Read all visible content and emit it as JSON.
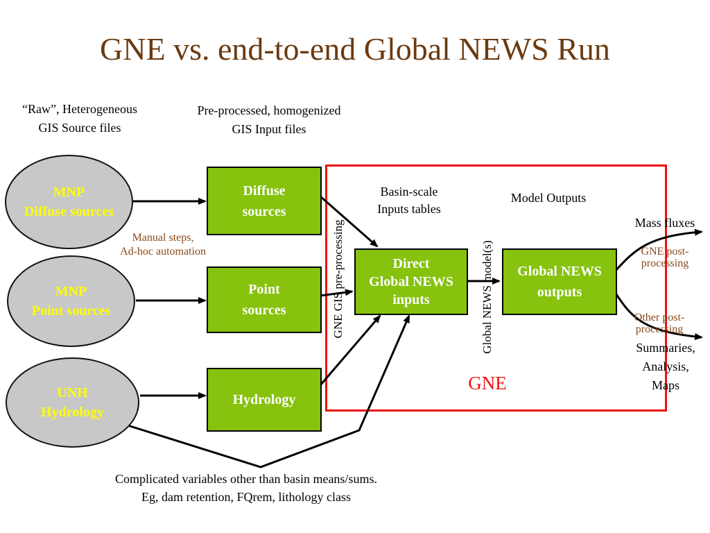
{
  "title": "GNE vs. end-to-end Global NEWS Run",
  "captions": {
    "raw": [
      "“Raw”, Heterogeneous",
      "GIS Source files"
    ],
    "preprocessed": [
      "Pre-processed, homogenized",
      "GIS Input files"
    ],
    "manual": [
      "Manual steps,",
      "Ad-hoc automation"
    ],
    "basin": [
      "Basin-scale",
      "Inputs tables"
    ],
    "model_outputs": "Model Outputs",
    "mass_fluxes": "Mass fluxes",
    "gne_post": [
      "GNE post-",
      "processing"
    ],
    "other_post": [
      "Other post-",
      "processing"
    ],
    "summaries": [
      "Summaries,",
      "Analysis,",
      "Maps"
    ],
    "gne_label": "GNE",
    "gne_gis_vertical": "GNE GIS  pre-processing",
    "global_news_vertical": "Global NEWS  model(s)",
    "bottom_note": [
      "Complicated variables other than basin means/sums.",
      "Eg, dam retention, FQrem, lithology class"
    ]
  },
  "sources": [
    {
      "line1": "MNP",
      "line2": "Diffuse sources"
    },
    {
      "line1": "MNP",
      "line2": "Point sources"
    },
    {
      "line1": "UNH",
      "line2": "Hydrology"
    }
  ],
  "inputs": [
    {
      "line1": "Diffuse",
      "line2": "sources"
    },
    {
      "line1": "Point",
      "line2": "sources"
    },
    {
      "line1": "Hydrology",
      "line2": ""
    }
  ],
  "direct": [
    "Direct",
    "Global NEWS",
    "inputs"
  ],
  "outputs": [
    "Global NEWS",
    "outputs"
  ],
  "colors": {
    "title": "#6b3a10",
    "ellipse_fill": "#c8c8c8",
    "ellipse_text": "#ffff00",
    "box_fill": "#86c20e",
    "box_text": "#ffffff",
    "frame": "#ee1111",
    "annotation": "#8a4a1a"
  }
}
